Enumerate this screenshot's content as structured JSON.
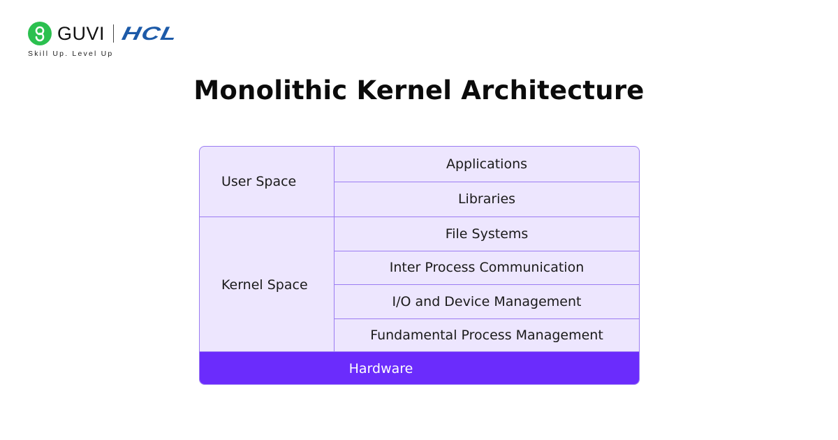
{
  "brand": {
    "guvi_label": "GUVI",
    "hcl_label": "HCL",
    "tagline": "Skill Up. Level Up",
    "guvi_color": "#2bc04f",
    "hcl_color": "#1c5aa8"
  },
  "title": "Monolithic Kernel Architecture",
  "diagram": {
    "groups": [
      {
        "label": "User Space",
        "items": [
          "Applications",
          "Libraries"
        ]
      },
      {
        "label": "Kernel Space",
        "items": [
          "File Systems",
          "Inter Process Communication",
          "I/O and Device Management",
          "Fundamental Process Management"
        ]
      }
    ],
    "base_layer": "Hardware",
    "colors": {
      "cell_fill": "#ede6fe",
      "border": "#9b7cf2",
      "hardware_fill": "#6b2cfc"
    }
  }
}
